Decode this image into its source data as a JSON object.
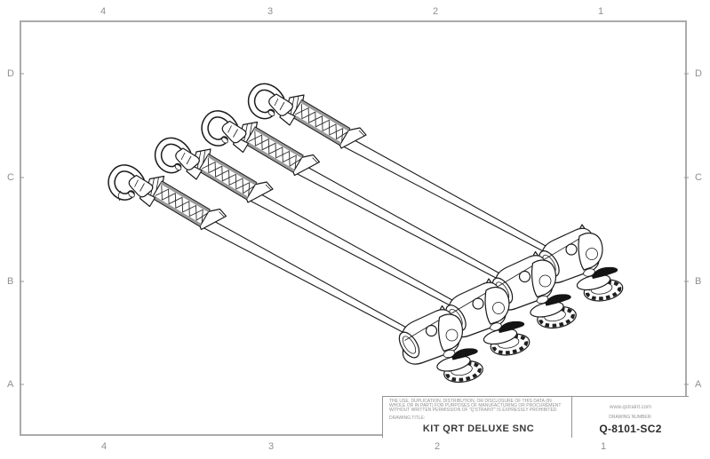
{
  "sheet": {
    "background": "#ffffff",
    "line_color": "#1a1a1a",
    "frame_color": "#ababab",
    "label_color": "#8f8f8f"
  },
  "zones": {
    "columns": [
      "4",
      "3",
      "2",
      "1"
    ],
    "rows": [
      "D",
      "C",
      "B",
      "A"
    ]
  },
  "drawing": {
    "name": "isometric-view-of-four-qrt-retractor-tiedown-assemblies",
    "assembly_count": 4
  },
  "title_block": {
    "legal_lines": [
      "THE USE, DUPLICATION, DISTRIBUTION, OR DISCLOSURE OF THIS DATA (IN",
      "WHOLE OR IN PART) FOR PURPOSES OF MANUFACTURING OR PROCUREMENT",
      "WITHOUT WRITTEN PERMISSION OF \"Q'STRAINT\" IS EXPRESSLY PROHIBITED."
    ],
    "drawing_title_label": "DRAWING TITLE:",
    "title": "KIT QRT DELUXE SNC",
    "website": "www.qstraint.com",
    "drawing_number_label": "DRAWING NUMBER:",
    "drawing_number": "Q-8101-SC2"
  }
}
